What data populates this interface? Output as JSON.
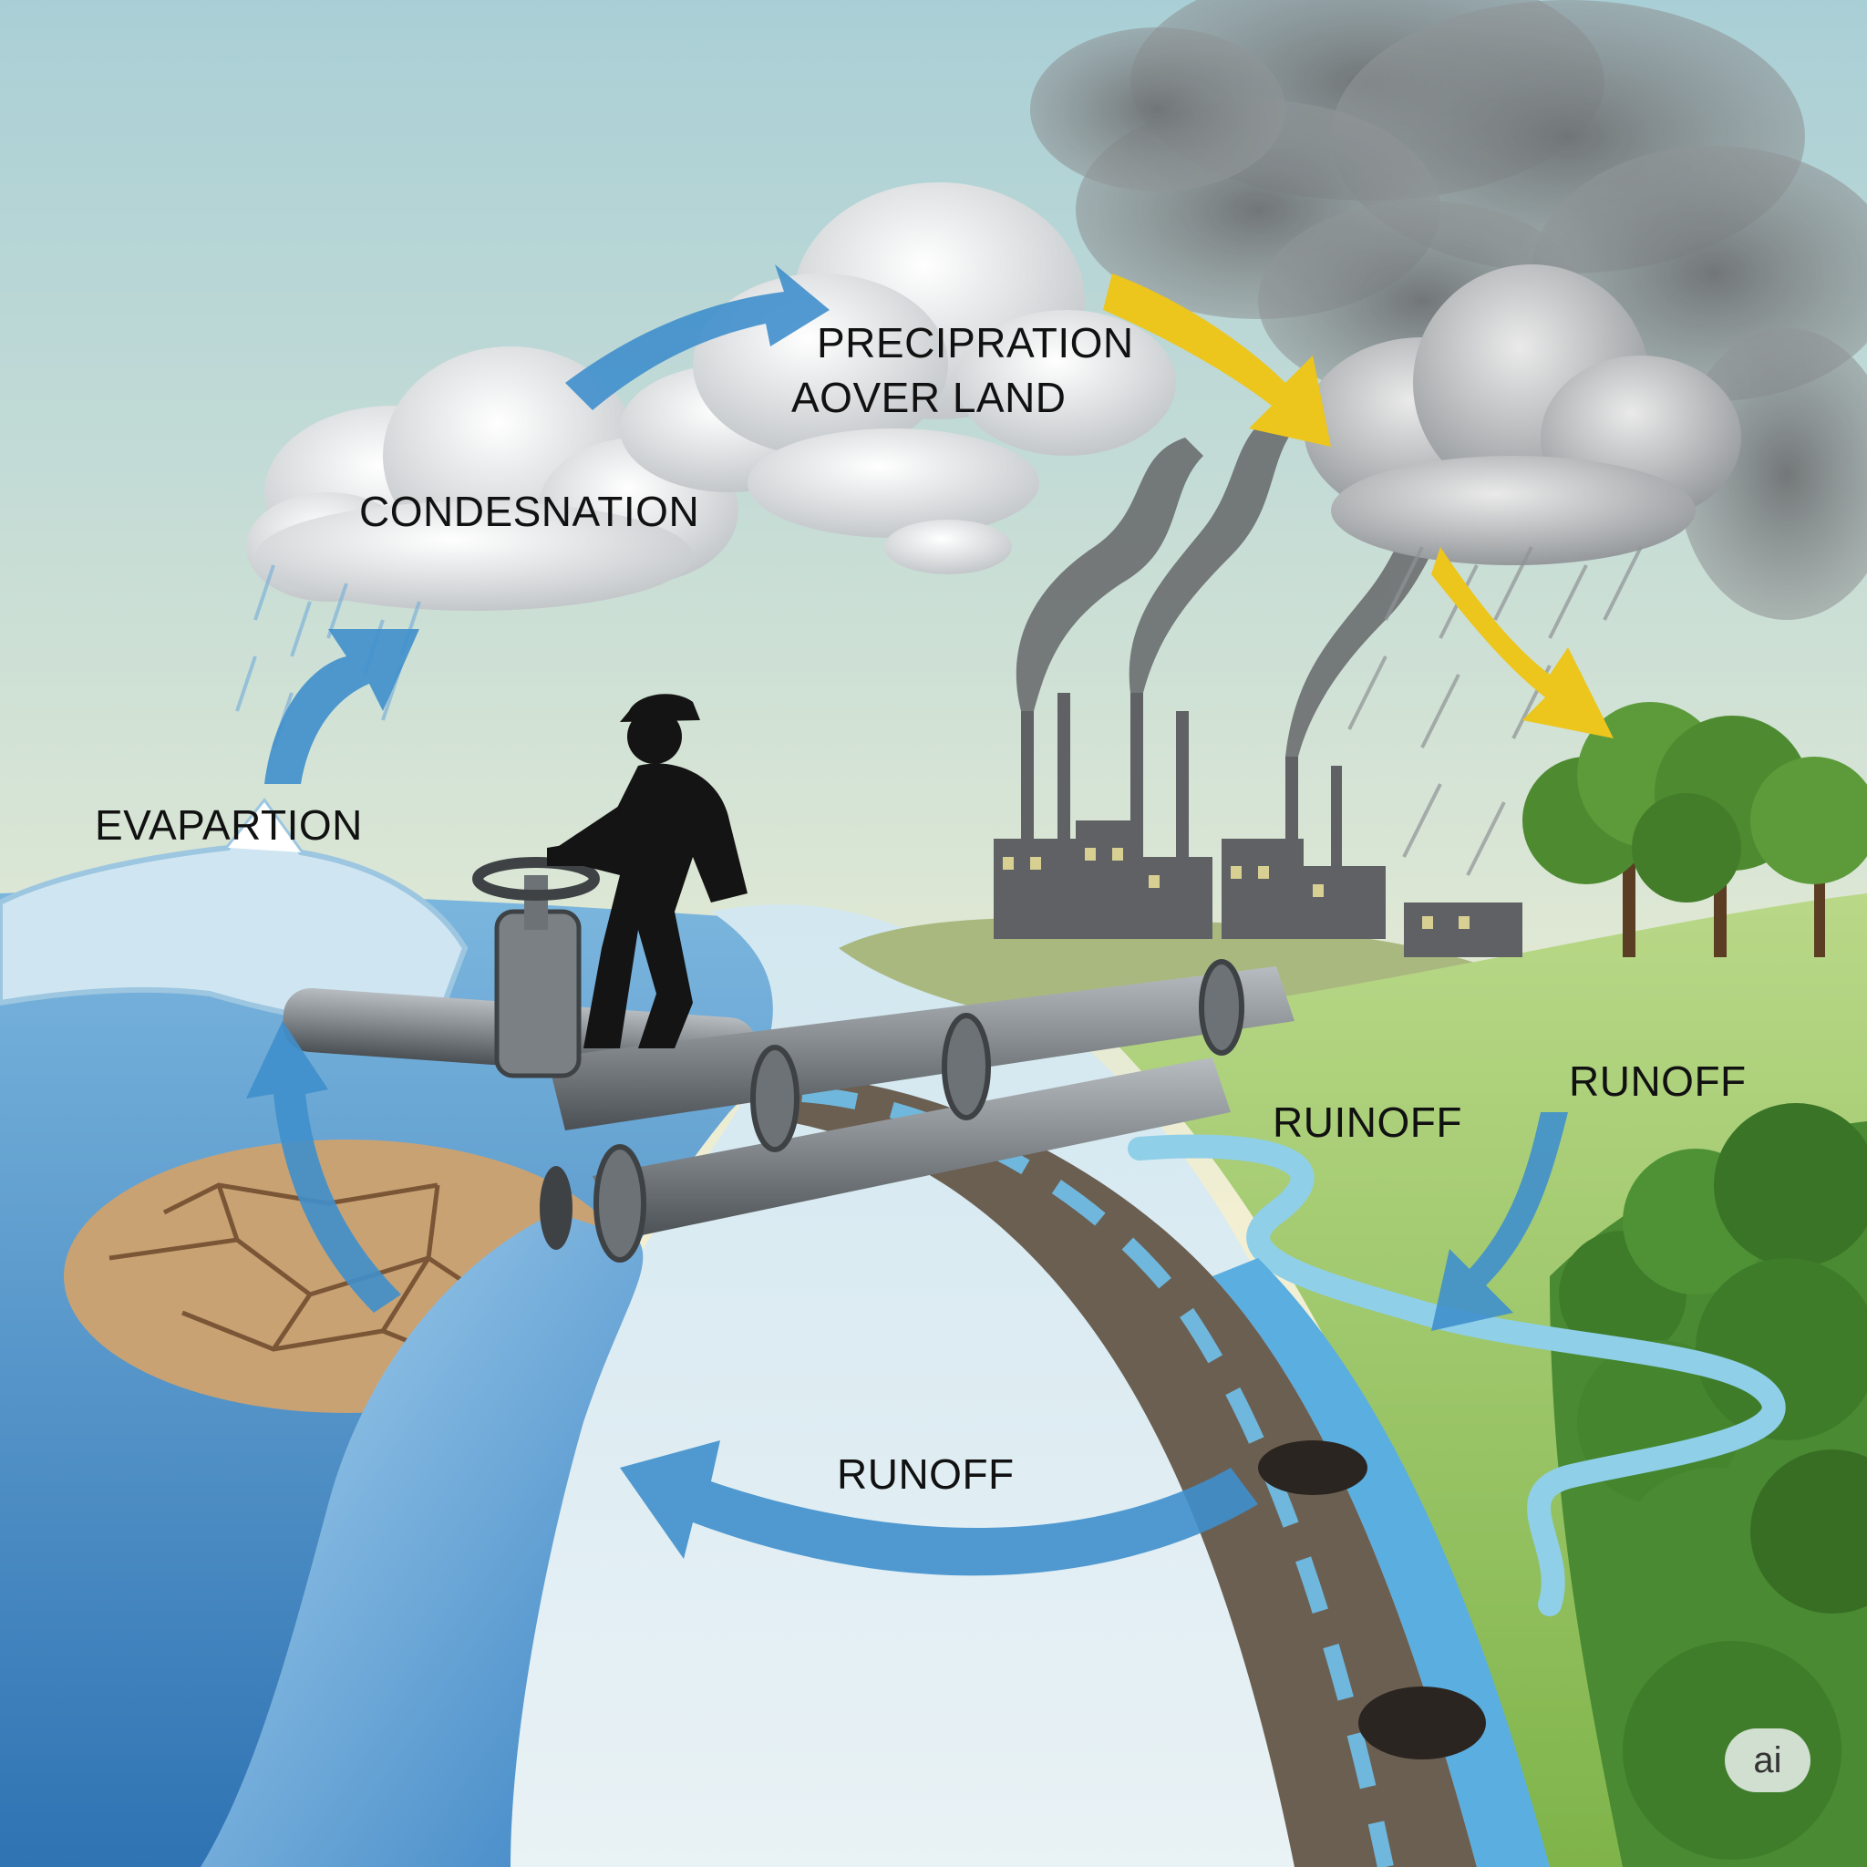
{
  "labels": {
    "condensation": "CONDESNATION",
    "precipitation_line1": "PRECIPRATION",
    "precipitation_line2": "AOVER LAND",
    "evaporation": "EVAPARTION",
    "runoff_right": "RUNOFF",
    "runoff_middle": "RUINOFF",
    "runoff_bottom": "RUNOFF"
  },
  "badge": "ai",
  "colors": {
    "sky_top": "#a9cfd6",
    "sky_horizon": "#f2efd2",
    "ocean": "#4f97cf",
    "river": "#9fd3ea",
    "arrow_blue": "#3f8fcc",
    "arrow_yellow": "#ecc51d",
    "smoke": "#5f6263",
    "factory": "#5f6164",
    "grass": "#9cc860",
    "forest": "#3f7c2c",
    "pipe": "#8b9094",
    "cracked_earth": "#c9a274",
    "worker": "#141414"
  }
}
